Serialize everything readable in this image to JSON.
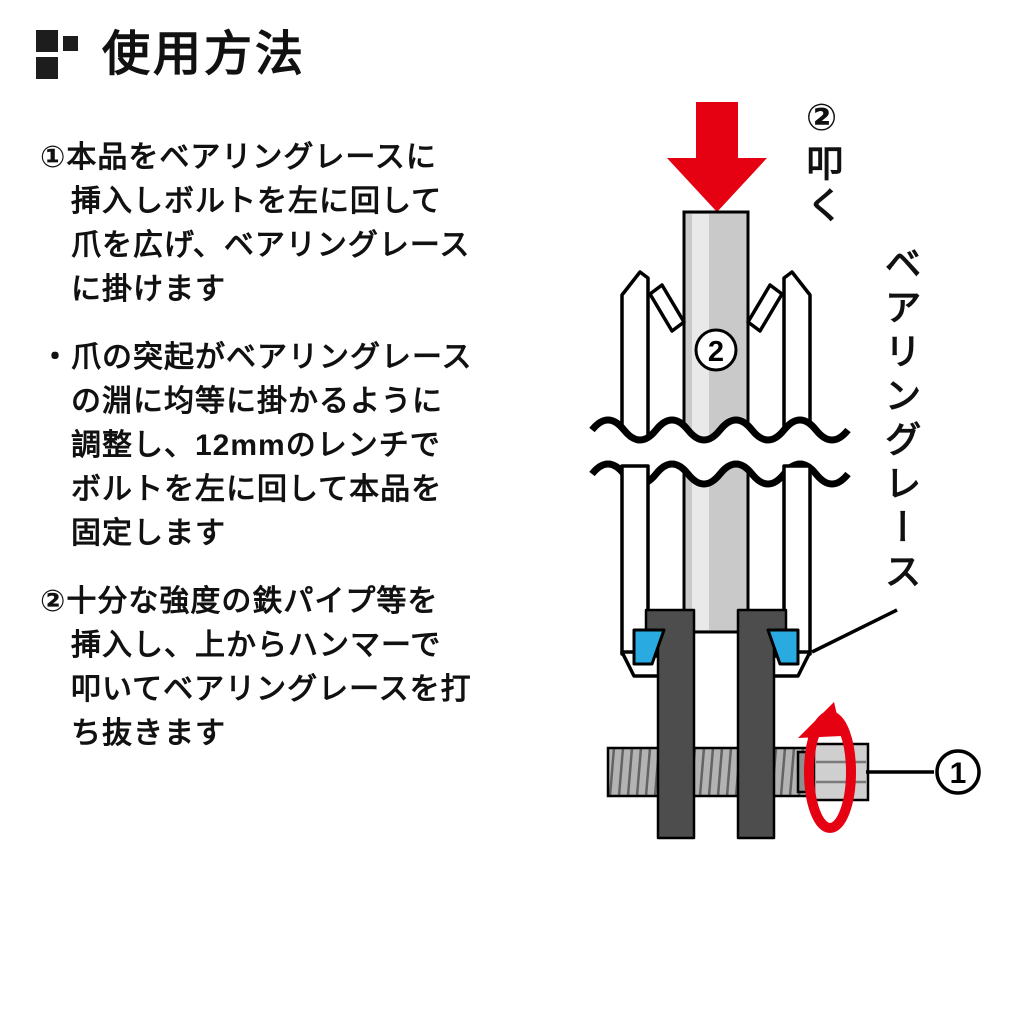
{
  "header": {
    "title": "使用方法"
  },
  "instructions": [
    {
      "lines": [
        "①本品をベアリングレースに",
        "挿入しボルトを左に回して",
        "爪を広げ、ベアリングレース",
        "に掛けます"
      ]
    },
    {
      "lines": [
        "・爪の突起がベアリングレース",
        "の淵に均等に掛かるように",
        "調整し、12mmのレンチで",
        "ボルトを左に回して本品を",
        "固定します"
      ]
    },
    {
      "lines": [
        "②十分な強度の鉄パイプ等を",
        "挿入し、上からハンマーで",
        "叩いてベアリングレースを打",
        "ち抜きます"
      ]
    }
  ],
  "diagram": {
    "hit_label": "②叩く",
    "bearing_race_label": "ベアリングレース",
    "pipe_step_number": "2",
    "bolt_step_number": "1",
    "colors": {
      "arrow_red": "#e50012",
      "race_blue": "#29abe2",
      "arm_dark": "#4d4d4d",
      "pipe_gray": "#c9c9c9"
    }
  }
}
